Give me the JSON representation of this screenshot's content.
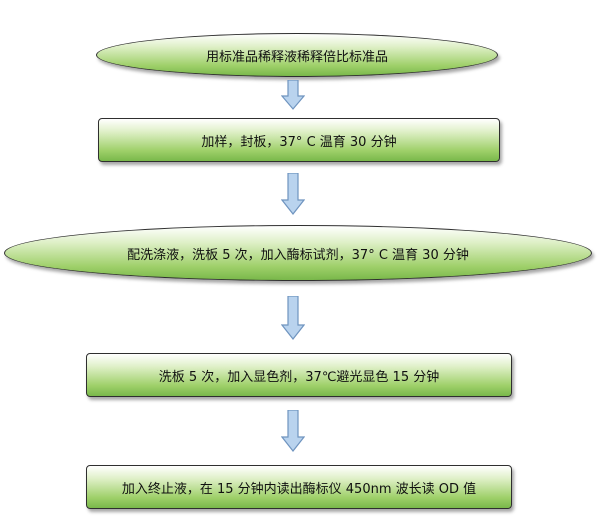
{
  "steps": [
    {
      "shape": "ellipse",
      "text": "用标准品稀释液稀释倍比标准品"
    },
    {
      "shape": "rect",
      "text": "加样，封板，37° C 温育 30 分钟"
    },
    {
      "shape": "ellipse",
      "text": "配洗涤液，洗板 5 次，加入酶标试剂，37° C 温育 30 分钟"
    },
    {
      "shape": "rect",
      "text": "洗板 5 次，加入显色剂，37℃避光显色 15 分钟"
    },
    {
      "shape": "rect",
      "text": "加入终止液，在 15 分钟内读出酶标仪 450nm 波长读 OD 值"
    }
  ],
  "colors": {
    "fill_light": "#dff0c8",
    "fill_dark": "#79b84a",
    "arrow_fill": "#b9d3ee",
    "arrow_stroke": "#6f94bf"
  }
}
